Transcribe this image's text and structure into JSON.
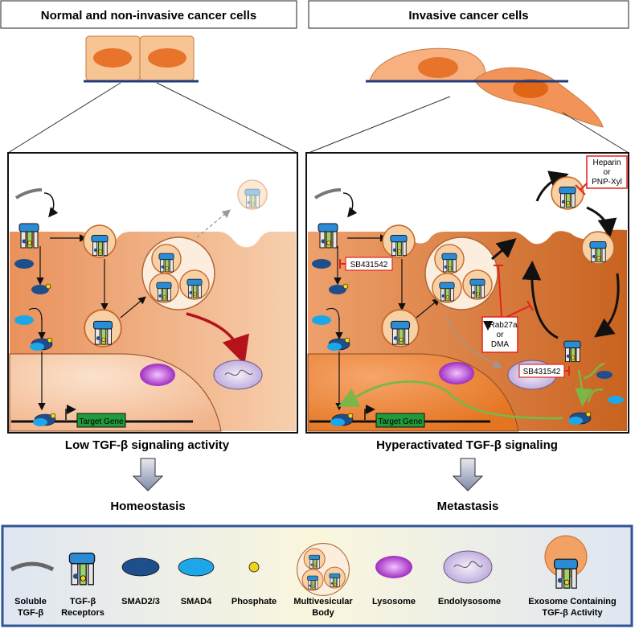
{
  "headers": {
    "left": "Normal and non-invasive cancer cells",
    "right": "Invasive cancer cells"
  },
  "left_panel": {
    "target_gene": "Target Gene",
    "caption": "Low TGF-β signaling activity",
    "outcome": "Homeostasis"
  },
  "right_panel": {
    "target_gene": "Target Gene",
    "caption": "Hyperactivated TGF-β signaling",
    "outcome": "Metastasis",
    "inhibitor_sb_top": "SB431542",
    "inhibitor_sb_bottom": "SB431542",
    "inhibitor_rab": [
      "Rab27a",
      "or",
      "DMA"
    ],
    "inhibitor_heparin": [
      "Heparin",
      "or",
      "PNP-Xyl"
    ]
  },
  "legend": {
    "items": [
      {
        "label": [
          "Soluble",
          "TGF-β"
        ],
        "icon": "soluble-tgfb-icon"
      },
      {
        "label": [
          "TGF-β",
          "Receptors"
        ],
        "icon": "tgfb-receptor-icon"
      },
      {
        "label": [
          "SMAD2/3"
        ],
        "icon": "smad23-icon"
      },
      {
        "label": [
          "SMAD4"
        ],
        "icon": "smad4-icon"
      },
      {
        "label": [
          "Phosphate"
        ],
        "icon": "phosphate-icon"
      },
      {
        "label": [
          "Multivesicular",
          "Body"
        ],
        "icon": "multivesicular-body-icon"
      },
      {
        "label": [
          "Lysosome"
        ],
        "icon": "lysosome-icon"
      },
      {
        "label": [
          "Endolysosome"
        ],
        "icon": "endolysosome-icon"
      },
      {
        "label": [
          "Exosome Containing",
          "TGF-β Activity"
        ],
        "icon": "exosome-icon"
      }
    ]
  },
  "colors": {
    "cytoplasm": "#f0a370",
    "cytoplasm_dark": "#d9733a",
    "nucleus": "#e8732a",
    "smad23": "#1f4e8c",
    "smad4": "#1ea7e8",
    "phosphate": "#f2d21a",
    "lysosome": "#a21cc4",
    "inhibitor": "#e3241b",
    "green_arrow": "#7ab648",
    "gene_box": "#1f9a3c",
    "legend_border": "#2f5597"
  }
}
